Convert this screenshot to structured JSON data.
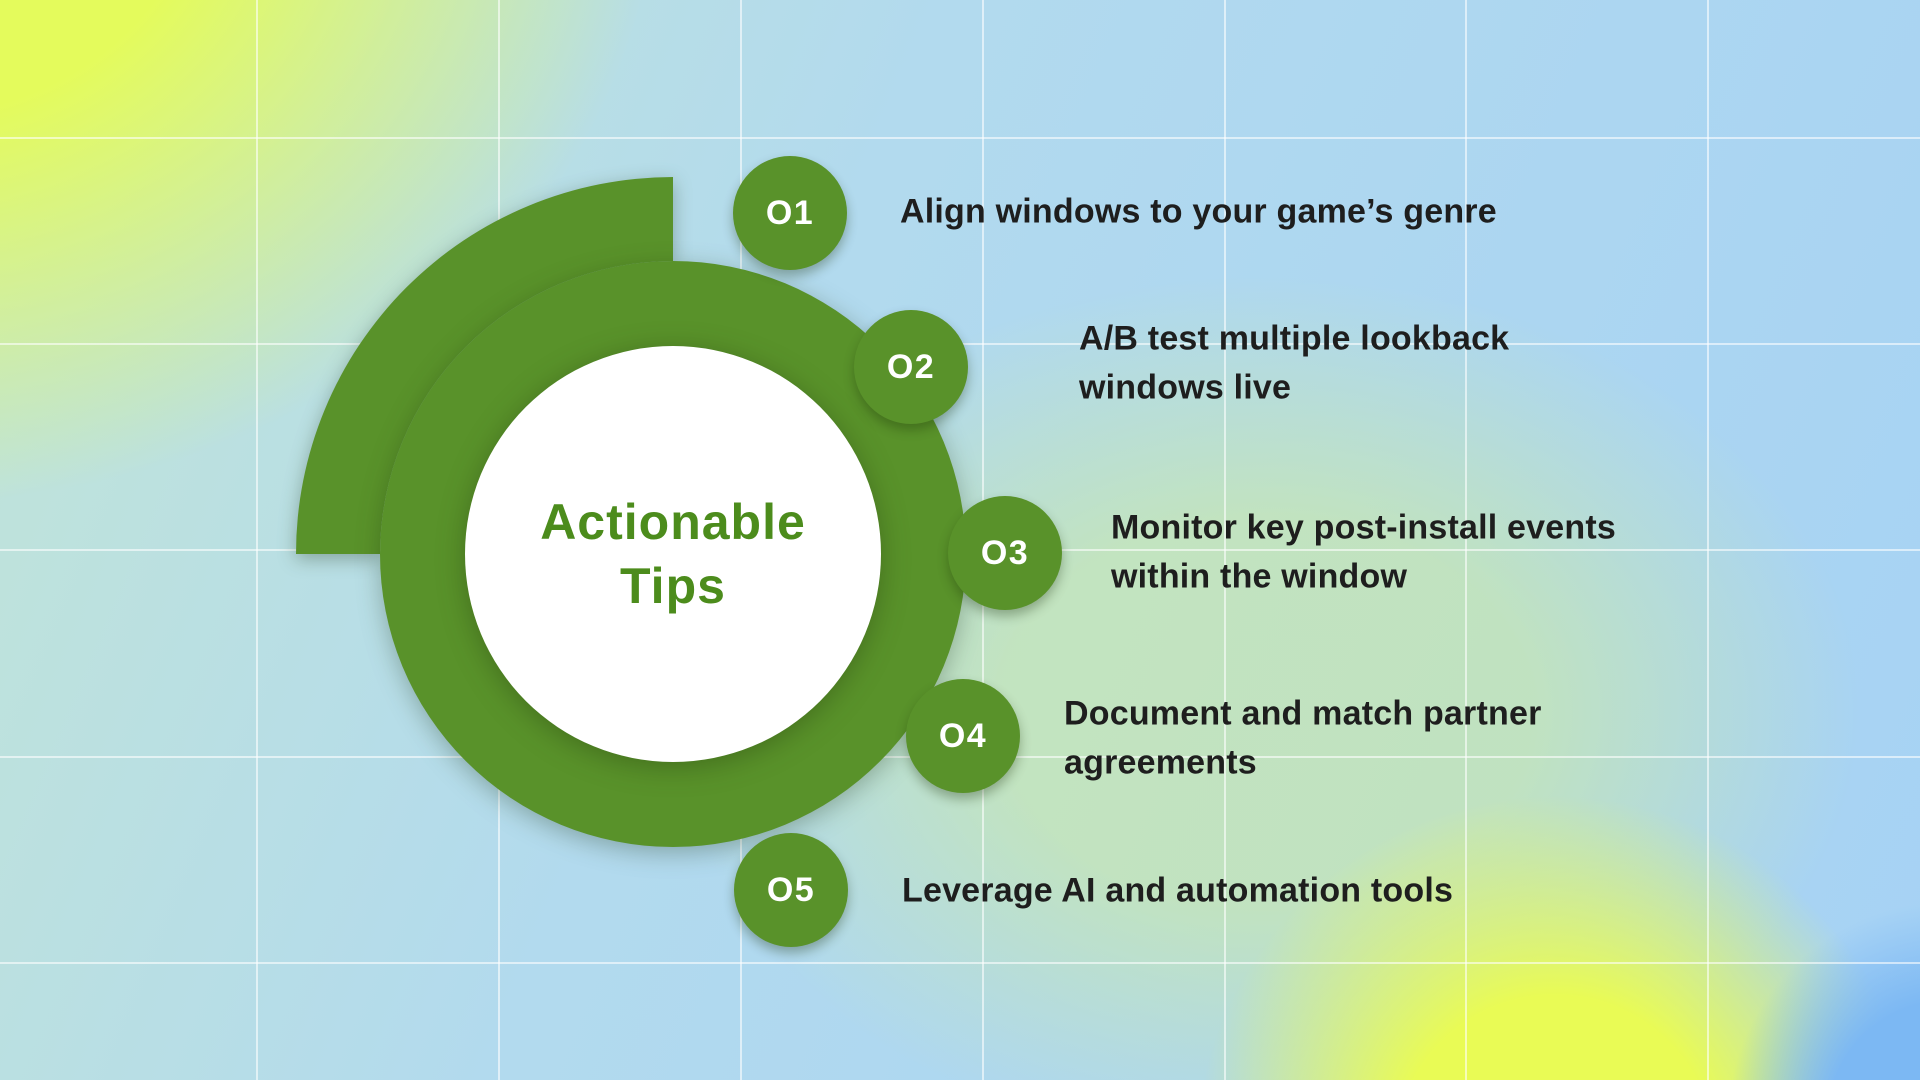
{
  "title": {
    "full": "Actionable Tips",
    "lines": [
      "Actionable",
      "Tips"
    ]
  },
  "items": [
    {
      "number": "O1",
      "label": "Align windows to your game’s genre"
    },
    {
      "number": "O2",
      "label": "A/B test multiple lookback windows live"
    },
    {
      "number": "O3",
      "label": "Monitor key post-install events within the window"
    },
    {
      "number": "O4",
      "label": "Document and match partner agreements"
    },
    {
      "number": "O5",
      "label": "Leverage AI and automation tools"
    }
  ],
  "colors": {
    "shape_green": "#59922a",
    "title_green": "#4c8c1c",
    "tip_text": "#1e1e1e",
    "badge_text": "#ffffff",
    "bg_yellow": "#e4fb5c",
    "bg_blue": "#a9d3f2",
    "corner_blue": "#7cb8f3",
    "grid_line": "rgba(255,255,255,0.58)"
  }
}
